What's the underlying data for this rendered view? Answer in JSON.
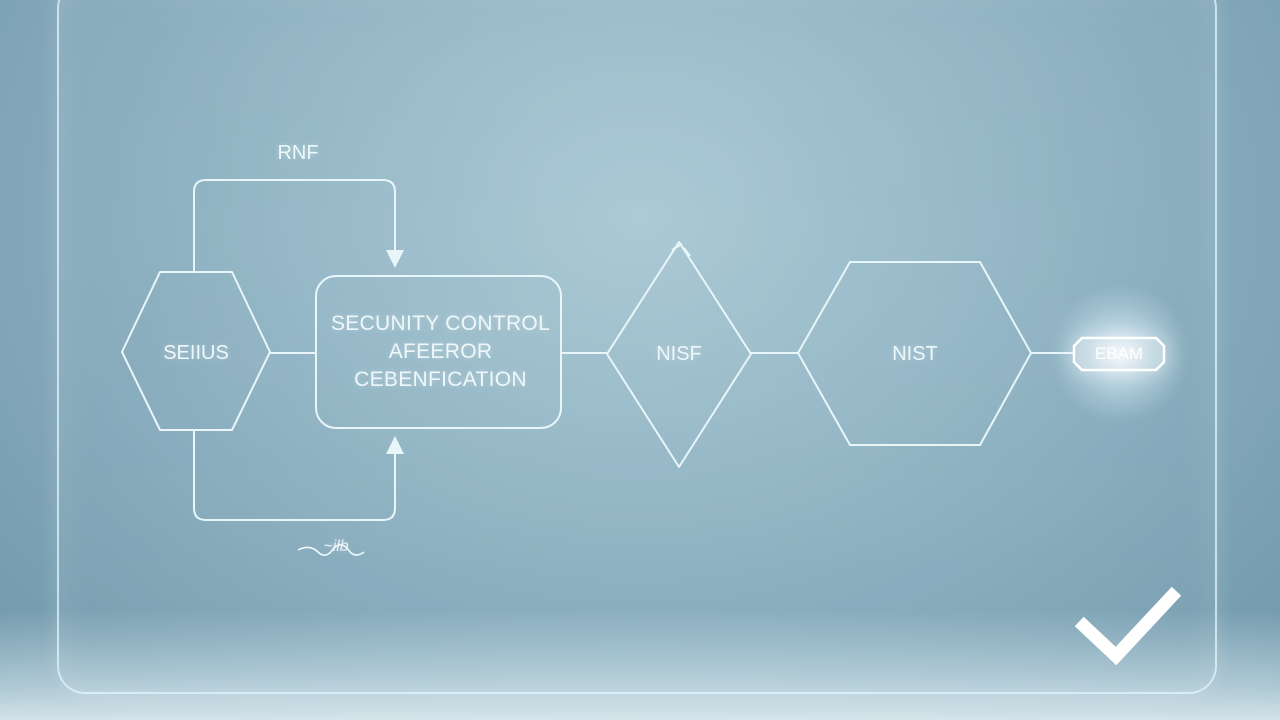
{
  "diagram": {
    "top_loop_label": "RNF",
    "bottom_loop_label": "~ilb",
    "nodes": [
      {
        "id": "start",
        "shape": "hexagon",
        "label": "SEIIUS"
      },
      {
        "id": "main",
        "shape": "rounded-rect",
        "lines": [
          "SECUNITY CONTROL",
          "AFEEROR",
          "CEBENFICATION"
        ]
      },
      {
        "id": "decision",
        "shape": "diamond",
        "label": "NISF"
      },
      {
        "id": "framework",
        "shape": "hexagon",
        "label": "NIST"
      },
      {
        "id": "output",
        "shape": "glowing-tag",
        "label": "EBAM"
      }
    ],
    "status_icon": "check-icon"
  },
  "colors": {
    "line": "#e8f6fa",
    "background": "#8fb3c3",
    "glow": "#ffffff"
  }
}
